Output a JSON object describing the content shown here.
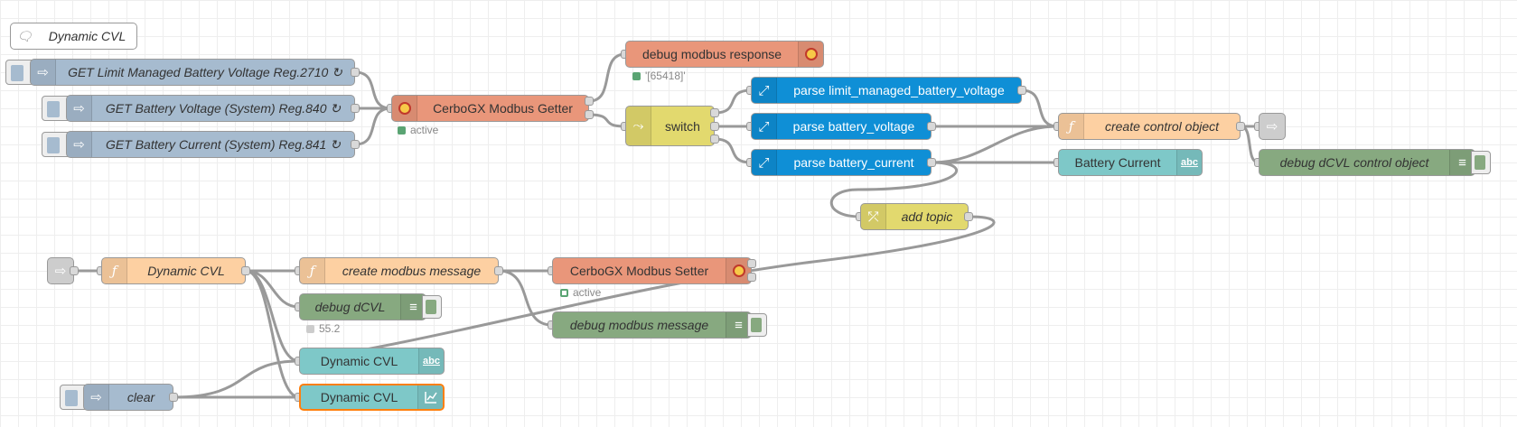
{
  "comment": {
    "label": "Dynamic CVL",
    "icon": "comment-icon"
  },
  "inject_nodes": [
    {
      "id": "inject-limit",
      "label": "GET Limit Managed Battery Voltage Reg.2710 ↻",
      "icon": "inject-icon"
    },
    {
      "id": "inject-voltage",
      "label": "GET Battery Voltage (System) Reg.840 ↻",
      "icon": "inject-icon"
    },
    {
      "id": "inject-current",
      "label": "GET Battery Current (System) Reg.841 ↻",
      "icon": "inject-icon"
    },
    {
      "id": "inject-clear",
      "label": "clear",
      "icon": "inject-icon"
    }
  ],
  "modbus_getter": {
    "label": "CerboGX Modbus Getter",
    "status": "active",
    "status_color": "#5aa473"
  },
  "modbus_setter": {
    "label": "CerboGX Modbus Setter",
    "status": "active",
    "status_color": "#5aa473"
  },
  "debug_modbus_response": {
    "label": "debug modbus response",
    "status": "'[65418]'",
    "status_color": "#5aa473"
  },
  "switch_node": {
    "label": "switch"
  },
  "parse_nodes": [
    {
      "label": "parse limit_managed_battery_voltage"
    },
    {
      "label": "parse battery_voltage"
    },
    {
      "label": "parse battery_current"
    }
  ],
  "create_control_object": {
    "label": "create control object"
  },
  "link_out": {
    "label": ""
  },
  "debug_control_object": {
    "label": "debug dCVL control object"
  },
  "battery_current_text": {
    "label": "Battery Current",
    "badge": "abc"
  },
  "add_topic": {
    "label": "add topic"
  },
  "link_in": {
    "label": ""
  },
  "dynamic_cvl_function": {
    "label": "Dynamic CVL"
  },
  "create_modbus_message": {
    "label": "create modbus message"
  },
  "debug_dcvl": {
    "label": "debug dCVL",
    "status": "55.2",
    "status_color": "#cccccc"
  },
  "debug_modbus_message": {
    "label": "debug modbus message"
  },
  "dynamic_cvl_text": {
    "label": "Dynamic CVL",
    "badge": "abc"
  },
  "dynamic_cvl_chart": {
    "label": "Dynamic CVL"
  },
  "colors": {
    "inject": "#a6bbcf",
    "modbus": "#e9967a",
    "switch": "#e2d96e",
    "parse": "#0f8fd6",
    "function": "#fdd0a2",
    "debug": "#87a980",
    "ui_text": "#7ec8c8",
    "link": "#dddddd",
    "selected_outline": "#ff7f0e"
  }
}
